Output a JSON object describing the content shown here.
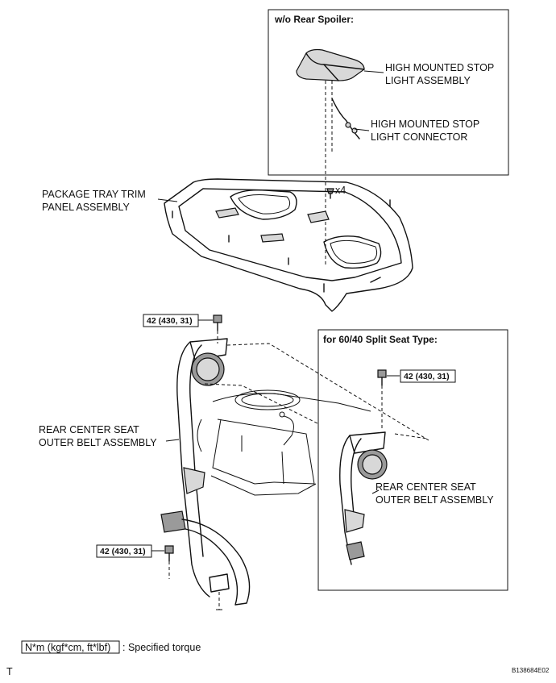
{
  "inset_top": {
    "title": "w/o Rear Spoiler:",
    "stop_light_assembly": [
      "HIGH MOUNTED STOP",
      "LIGHT ASSEMBLY"
    ],
    "stop_light_connector": [
      "HIGH MOUNTED STOP",
      "LIGHT CONNECTOR"
    ]
  },
  "clip_qty": "x4",
  "package_tray": [
    "PACKAGE TRAY TRIM",
    "PANEL ASSEMBLY"
  ],
  "torque_top": "42 (430, 31)",
  "torque_bottom": "42 (430, 31)",
  "belt_main": [
    "REAR CENTER SEAT",
    "OUTER BELT ASSEMBLY"
  ],
  "inset_split": {
    "title": "for 60/40 Split Seat Type:",
    "torque": "42 (430, 31)",
    "belt": [
      "REAR CENTER SEAT",
      "OUTER BELT ASSEMBLY"
    ]
  },
  "legend": {
    "box": "N*m (kgf*cm, ft*lbf)",
    "text": ": Specified torque"
  },
  "corner_mark": "T",
  "figure_code": "B138684E02"
}
